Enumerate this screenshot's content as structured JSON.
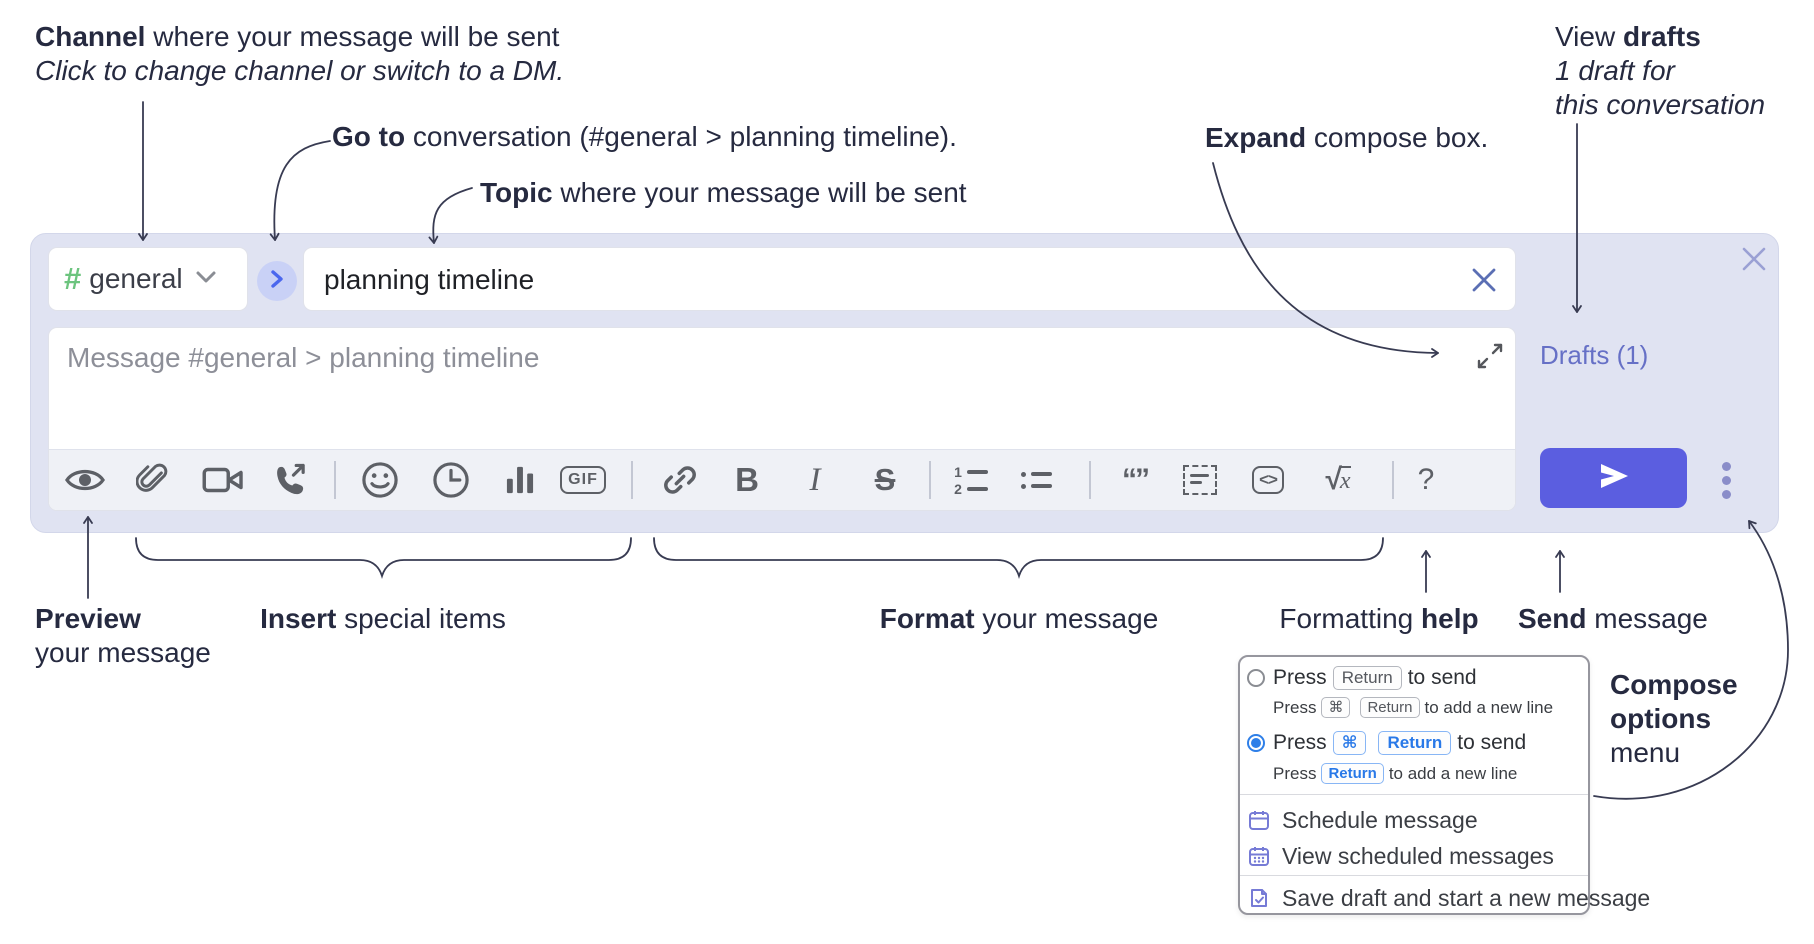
{
  "annotations": {
    "channel": {
      "bold": "Channel",
      "rest": " where your message will be sent",
      "line2": "Click to change channel or switch to a DM."
    },
    "goto": {
      "bold": "Go to",
      "rest": " conversation (#general > planning timeline)."
    },
    "topic": {
      "bold": "Topic",
      "rest": " where your message will be sent"
    },
    "expand": {
      "bold": "Expand",
      "rest": " compose box."
    },
    "drafts": {
      "pre": "View ",
      "bold": "drafts",
      "line2": "1 draft for",
      "line3": "this conversation"
    },
    "preview": {
      "bold": "Preview",
      "line2": "your message"
    },
    "insert": {
      "bold": "Insert",
      "rest": " special items"
    },
    "format": {
      "bold": "Format",
      "rest": " your message"
    },
    "help": {
      "pre": "Formatting ",
      "bold": "help"
    },
    "send": {
      "bold": "Send",
      "rest": " message"
    },
    "compose_options": {
      "line1": "Compose",
      "line2": "options",
      "line3": "menu"
    }
  },
  "compose": {
    "channel_selector": {
      "hash": "#",
      "channel": "general"
    },
    "topic_input": {
      "value": "planning timeline"
    },
    "message_input": {
      "placeholder": "Message #general > planning timeline"
    },
    "drafts_link": "Drafts (1)",
    "toolbar": {
      "glyphs": {
        "bold": "B",
        "italic": "I",
        "strike": "S",
        "gif": "GIF",
        "code": "<>",
        "quote": "“”",
        "sqrt": "√",
        "x": "x",
        "help": "?",
        "ol1": "1",
        "ol2": "2"
      }
    }
  },
  "menu": {
    "radio_options": [
      {
        "line": {
          "press": "Press",
          "key1": "Return",
          "after": "to send"
        },
        "sub": {
          "press": "Press",
          "key1": "⌘",
          "key2": "Return",
          "after": "to add a new line"
        }
      },
      {
        "line": {
          "press": "Press",
          "key1": "⌘",
          "key2": "Return",
          "after": "to send"
        },
        "sub": {
          "press": "Press",
          "key1": "Return",
          "after": "to add a new line"
        }
      }
    ],
    "items": [
      {
        "label": "Schedule message"
      },
      {
        "label": "View scheduled messages"
      },
      {
        "label": "Save draft and start a new message"
      }
    ]
  },
  "colors": {
    "accent": "#5b5ee0",
    "link": "#6670c6",
    "channel_green": "#6cc47e",
    "selected_blue": "#2e7fe8",
    "lavender": "#e0e3f2"
  }
}
